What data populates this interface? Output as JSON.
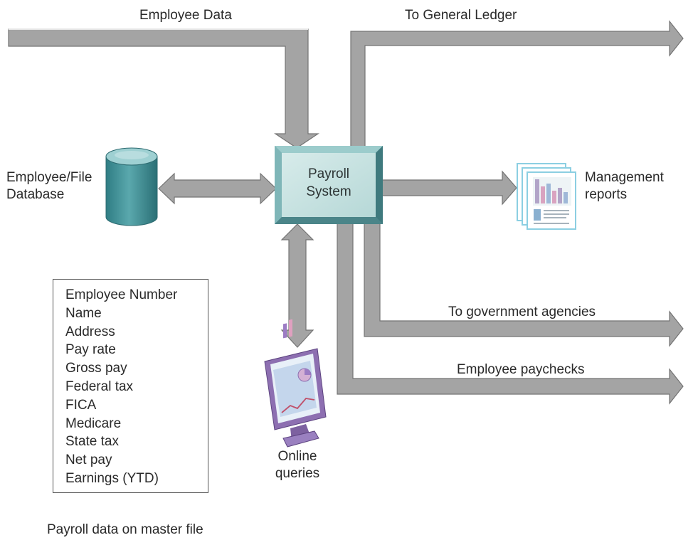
{
  "labels": {
    "employee_data": "Employee Data",
    "general_ledger": "To General Ledger",
    "database_line1": "Employee/File",
    "database_line2": "Database",
    "payroll_line1": "Payroll",
    "payroll_line2": "System",
    "management_line1": "Management",
    "management_line2": "reports",
    "government": "To government agencies",
    "paychecks": "Employee paychecks",
    "online_line1": "Online",
    "online_line2": "queries",
    "caption": "Payroll data on master file"
  },
  "fields": [
    "Employee Number",
    "Name",
    "Address",
    "Pay rate",
    "Gross pay",
    "Federal tax",
    "FICA",
    "Medicare",
    "State tax",
    "Net pay",
    "Earnings (YTD)"
  ],
  "colors": {
    "arrow_fill": "#9f9f9f",
    "arrow_edge": "#6e6e6e",
    "payroll_box": "#bfe0df",
    "payroll_bevel": "#5f9c9f",
    "database": "#4f9aa0",
    "report_frame": "#9fd6e6",
    "monitor": "#8d6fb1"
  },
  "icons": {
    "database": "database-icon",
    "reports": "reports-icon",
    "monitor": "monitor-icon"
  }
}
